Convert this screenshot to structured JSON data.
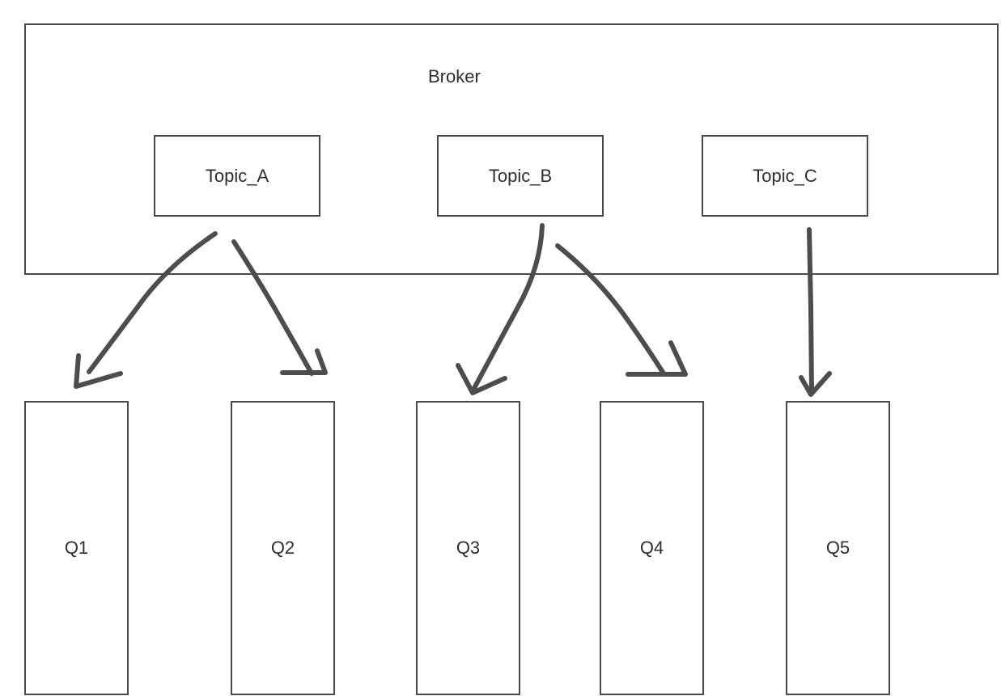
{
  "broker": {
    "label": "Broker"
  },
  "topics": [
    {
      "label": "Topic_A"
    },
    {
      "label": "Topic_B"
    },
    {
      "label": "Topic_C"
    }
  ],
  "queues": [
    {
      "label": "Q1"
    },
    {
      "label": "Q2"
    },
    {
      "label": "Q3"
    },
    {
      "label": "Q4"
    },
    {
      "label": "Q5"
    }
  ],
  "connections": [
    {
      "from": "Topic_A",
      "to": "Q1"
    },
    {
      "from": "Topic_A",
      "to": "Q2"
    },
    {
      "from": "Topic_B",
      "to": "Q3"
    },
    {
      "from": "Topic_B",
      "to": "Q4"
    },
    {
      "from": "Topic_C",
      "to": "Q5"
    }
  ]
}
